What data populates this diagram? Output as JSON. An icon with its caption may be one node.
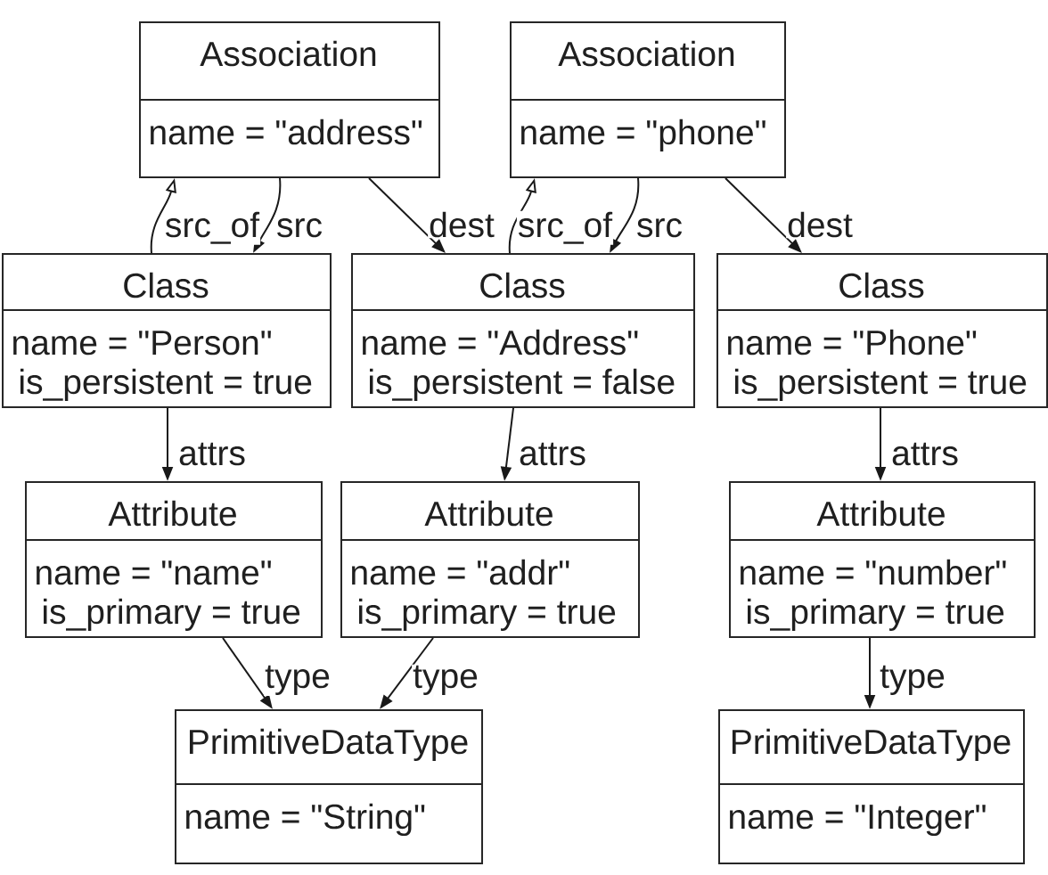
{
  "diagram": {
    "nodes": [
      {
        "text": [
          "Association",
          "name = \"address\""
        ]
      },
      {
        "text": [
          "Association",
          "name = \"phone\""
        ]
      },
      {
        "text": [
          "Class",
          "name = \"Person\"",
          "is_persistent = true"
        ]
      },
      {
        "text": [
          "Class",
          "name = \"Address\"",
          "is_persistent = false"
        ]
      },
      {
        "text": [
          "Class",
          "name = \"Phone\"",
          "is_persistent = true"
        ]
      },
      {
        "text": [
          "Attribute",
          "name = \"name\"",
          "is_primary = true"
        ]
      },
      {
        "text": [
          "Attribute",
          "name = \"addr\"",
          "is_primary = true"
        ]
      },
      {
        "text": [
          "Attribute",
          "name = \"number\"",
          "is_primary = true"
        ]
      },
      {
        "text": [
          "PrimitiveDataType",
          "name = \"String\""
        ]
      },
      {
        "text": [
          "PrimitiveDataType",
          "name = \"Integer\""
        ]
      }
    ],
    "edges": [
      {
        "from": 2,
        "to": 0,
        "arrow": "to",
        "label": "src_of"
      },
      {
        "from": 0,
        "to": 2,
        "arrow": "to",
        "label": "src"
      },
      {
        "from": 0,
        "to": 3,
        "arrow": "to",
        "label": "dest"
      },
      {
        "from": 3,
        "to": 1,
        "arrow": "to",
        "label": "src_of"
      },
      {
        "from": 1,
        "to": 3,
        "arrow": "to",
        "label": "src"
      },
      {
        "from": 1,
        "to": 4,
        "arrow": "to",
        "label": "dest"
      },
      {
        "from": 2,
        "to": 5,
        "arrow": "to",
        "label": "attrs"
      },
      {
        "from": 3,
        "to": 6,
        "arrow": "to",
        "label": "attrs"
      },
      {
        "from": 4,
        "to": 7,
        "arrow": "to",
        "label": "attrs"
      },
      {
        "from": 5,
        "to": 8,
        "arrow": "to",
        "label": "type"
      },
      {
        "from": 6,
        "to": 8,
        "arrow": "to",
        "label": "type"
      },
      {
        "from": 7,
        "to": 9,
        "arrow": "to",
        "label": "type"
      }
    ]
  }
}
